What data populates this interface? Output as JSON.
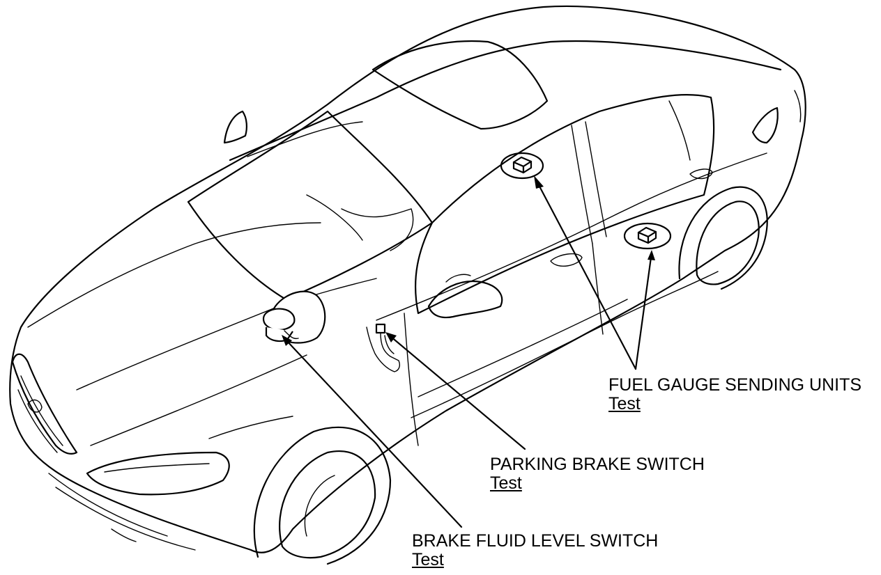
{
  "callouts": {
    "fuel_gauge": {
      "name": "FUEL GAUGE SENDING UNITS",
      "link": "Test"
    },
    "parking_brake": {
      "name": "PARKING BRAKE SWITCH",
      "link": "Test"
    },
    "brake_fluid": {
      "name": "BRAKE FLUID LEVEL SWITCH",
      "link": "Test"
    }
  },
  "colors": {
    "line": "#000000",
    "background": "#ffffff"
  }
}
